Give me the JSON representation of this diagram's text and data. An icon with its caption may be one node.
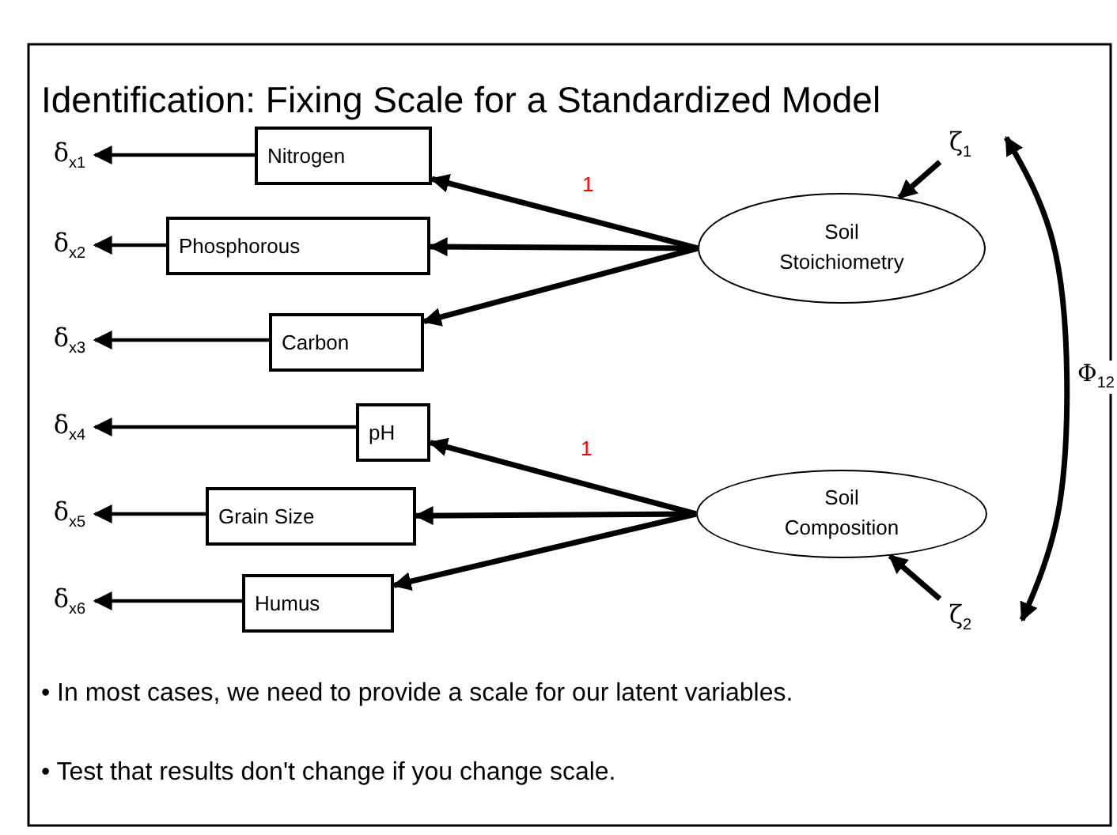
{
  "diagram": {
    "title": "Identification: Fixing Scale for a Standardized Model",
    "nodes": [
      {
        "text": [
          "Nitrogen"
        ]
      },
      {
        "text": [
          "Phosphorous"
        ]
      },
      {
        "text": [
          "Carbon"
        ]
      },
      {
        "text": [
          "pH"
        ]
      },
      {
        "text": [
          "Grain Size"
        ]
      },
      {
        "text": [
          "Humus"
        ]
      },
      {
        "text": [
          "Soil Stoichiometry"
        ]
      },
      {
        "text": [
          "Soil Composition"
        ]
      },
      {
        "text": [
          "δ$_{x1}$"
        ]
      },
      {
        "text": [
          "δ$_{x2}$"
        ]
      },
      {
        "text": [
          "δ$_{x3}$"
        ]
      },
      {
        "text": [
          "δ$_{x4}$"
        ]
      },
      {
        "text": [
          "δ$_{x5}$"
        ]
      },
      {
        "text": [
          "δ$_{x6}$"
        ]
      },
      {
        "text": [
          "ζ$_{1}$"
        ]
      },
      {
        "text": [
          "ζ$_{2}$"
        ]
      }
    ],
    "edges": [
      {
        "from": 6,
        "to": 0,
        "arrow": "to",
        "label": "1"
      },
      {
        "from": 6,
        "to": 1,
        "arrow": "to"
      },
      {
        "from": 6,
        "to": 2,
        "arrow": "to"
      },
      {
        "from": 7,
        "to": 3,
        "arrow": "to",
        "label": "1"
      },
      {
        "from": 7,
        "to": 4,
        "arrow": "to"
      },
      {
        "from": 7,
        "to": 5,
        "arrow": "to"
      },
      {
        "from": 0,
        "to": 8,
        "arrow": "to"
      },
      {
        "from": 1,
        "to": 9,
        "arrow": "to"
      },
      {
        "from": 2,
        "to": 10,
        "arrow": "to"
      },
      {
        "from": 3,
        "to": 11,
        "arrow": "to"
      },
      {
        "from": 4,
        "to": 12,
        "arrow": "to"
      },
      {
        "from": 5,
        "to": 13,
        "arrow": "to"
      },
      {
        "from": 14,
        "to": 6,
        "arrow": "to"
      },
      {
        "from": 15,
        "to": 7,
        "arrow": "to"
      },
      {
        "from": 14,
        "to": 15,
        "arrow": "both",
        "label": "Φ$_{12}$"
      }
    ],
    "labels": [
      "• In most cases, we need to provide a scale for our latent variables.",
      "• Test that results don't change if you change scale."
    ]
  }
}
